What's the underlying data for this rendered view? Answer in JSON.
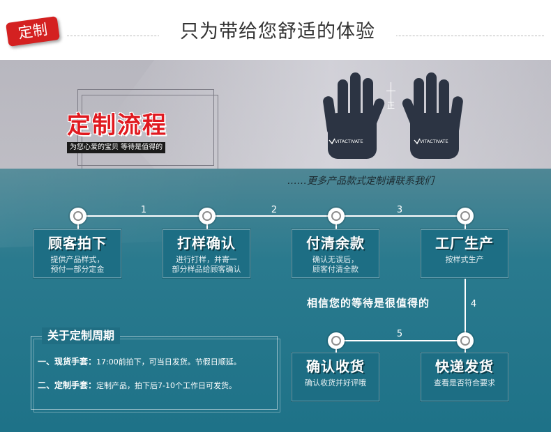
{
  "header": {
    "tag": "定制",
    "title": "只为带给您舒适的体验"
  },
  "banner": {
    "title": "定制流程",
    "subtitle": "为您心爱的宝贝 等待是值得的",
    "brand_mark": "VITACTIVATE",
    "front_label": "正"
  },
  "contact_note": "……更多产品款式定制请联系我们",
  "step_numbers": [
    "1",
    "2",
    "3",
    "4",
    "5"
  ],
  "steps": [
    {
      "title": "顾客拍下",
      "desc_line1": "提供产品样式，",
      "desc_line2": "预付一部分定金"
    },
    {
      "title": "打样确认",
      "desc_line1": "进行打样，并寄一",
      "desc_line2": "部分样品给顾客确认"
    },
    {
      "title": "付清余款",
      "desc_line1": "确认无误后，",
      "desc_line2": "顾客付清全款"
    },
    {
      "title": "工厂生产",
      "desc_line1": "按样式生产",
      "desc_line2": ""
    },
    {
      "title": "快递发货",
      "desc_line1": "查看是否符合要求",
      "desc_line2": ""
    },
    {
      "title": "确认收货",
      "desc_line1": "确认收货并好评哦",
      "desc_line2": ""
    }
  ],
  "trust_note": "相信您的等待是很值得的",
  "cycle": {
    "title": "关于定制周期",
    "items": [
      {
        "label": "一、现货手套：",
        "text": "17:00前拍下，可当日发货。节假日顺延。"
      },
      {
        "label": "二、定制手套：",
        "text": "定制产品，拍下后7-10个工作日可发货。"
      }
    ]
  },
  "colors": {
    "accent_red": "#e0191f",
    "tag_red": "#d42121",
    "banner_grey": "#bebdc4",
    "panel_teal": "#2a7a8e",
    "box_teal": "#1d6e84",
    "glove_navy": "#2c3443"
  }
}
